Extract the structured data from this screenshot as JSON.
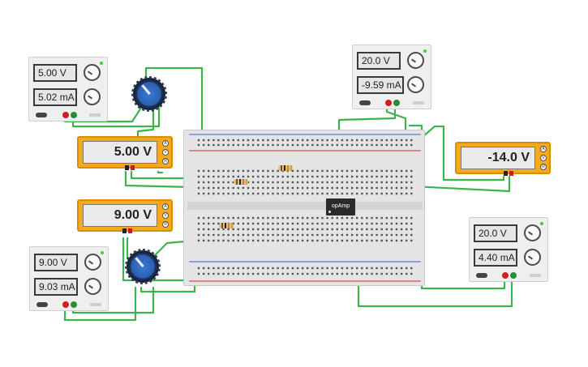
{
  "supplies": [
    {
      "voltage": "5.00 V",
      "current": "5.02 mA"
    },
    {
      "voltage": "20.0 V",
      "current": "-9.59 mA"
    },
    {
      "voltage": "9.00 V",
      "current": "9.03 mA"
    },
    {
      "voltage": "20.0 V",
      "current": "4.40 mA"
    }
  ],
  "meters": [
    {
      "reading": "5.00 V"
    },
    {
      "reading": "9.00 V"
    },
    {
      "reading": "-14.0 V"
    }
  ],
  "chip": {
    "label": "opAmp"
  },
  "colors": {
    "wire": "#3cb44b",
    "meter": "#f5a91c",
    "rail_red": "#d42a2a",
    "rail_blue": "#3a5fcd"
  }
}
